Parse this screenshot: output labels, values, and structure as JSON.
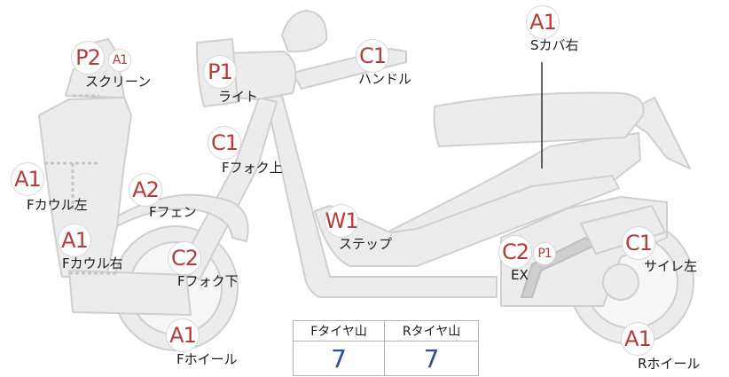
{
  "parts": [
    {
      "key": "screen",
      "label": "スクリーン",
      "grade": "P2",
      "grade2": "A1"
    },
    {
      "key": "light",
      "label": "ライト",
      "grade": "P1"
    },
    {
      "key": "handle",
      "label": "ハンドル",
      "grade": "C1"
    },
    {
      "key": "side_cover_r",
      "label": "Sカバ右",
      "grade": "A1"
    },
    {
      "key": "cowl_left",
      "label": "Fカウル左",
      "grade": "A1"
    },
    {
      "key": "fork_upper",
      "label": "Fフォク上",
      "grade": "C1"
    },
    {
      "key": "fender",
      "label": "Fフェン",
      "grade": "A2"
    },
    {
      "key": "step",
      "label": "ステップ",
      "grade": "W1"
    },
    {
      "key": "cowl_right",
      "label": "Fカウル右",
      "grade": "A1"
    },
    {
      "key": "fork_lower",
      "label": "Fフォク下",
      "grade": "C2"
    },
    {
      "key": "exhaust",
      "label": "EX",
      "grade": "C2",
      "grade2": "P1"
    },
    {
      "key": "muffler_left",
      "label": "サイレ左",
      "grade": "C1"
    },
    {
      "key": "front_wheel",
      "label": "Fホイール",
      "grade": "A1"
    },
    {
      "key": "rear_wheel",
      "label": "Rホイール",
      "grade": "A1"
    }
  ],
  "tire_table": {
    "headers": [
      "Fタイヤ山",
      "Rタイヤ山"
    ],
    "values": [
      "7",
      "7"
    ]
  },
  "colors": {
    "part_fill": "#ececec",
    "part_stroke": "#cfcfcf",
    "grade_text": "#b83a3a",
    "value_text": "#2f4f8f"
  }
}
